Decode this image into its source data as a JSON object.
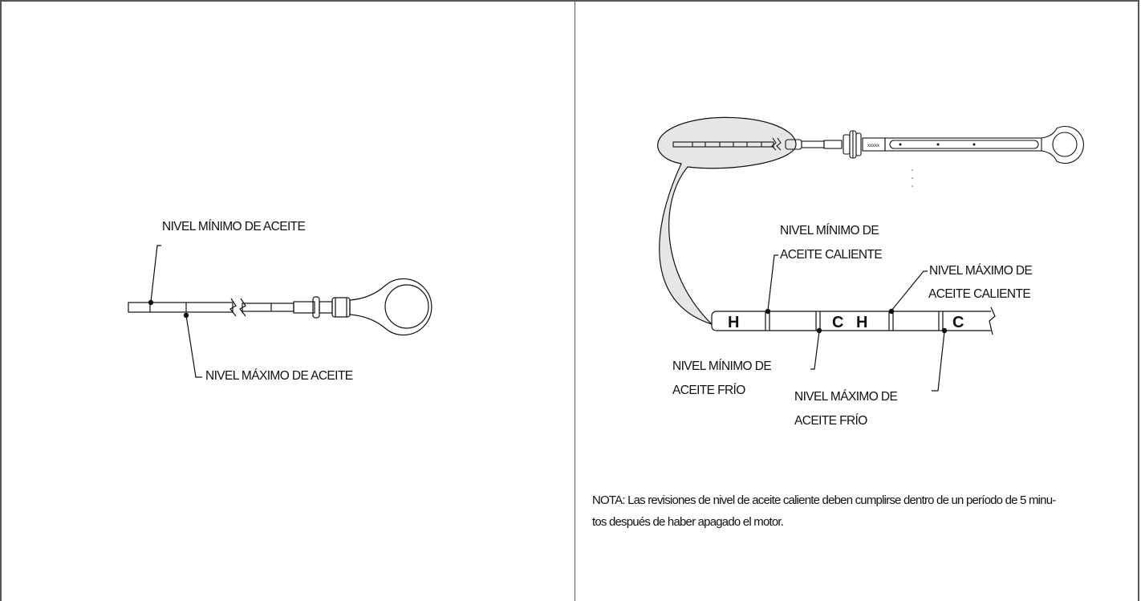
{
  "left_panel": {
    "labels": {
      "min_oil": "NIVEL MÍNIMO DE ACEITE",
      "max_oil": "NIVEL MÁXIMO DE ACEITE"
    }
  },
  "right_panel": {
    "labels": {
      "min_hot_line1": "NIVEL MÍNIMO DE",
      "min_hot_line2": "ACEITE CALIENTE",
      "max_hot_line1": "NIVEL MÁXIMO DE",
      "max_hot_line2": "ACEITE CALIENTE",
      "min_cold_line1": "NIVEL MÍNIMO DE",
      "min_cold_line2": "ACEITE FRÍO",
      "max_cold_line1": "NIVEL MÁXIMO DE",
      "max_cold_line2": "ACEITE FRÍO"
    },
    "dipstick_marks": [
      "H",
      "C",
      "H",
      "C"
    ],
    "note_line1": "NOTA: Las revisiones de nivel de aceite caliente deben cumplirse dentro de un período de 5 minu-",
    "note_line2": "tos después de haber apagado el motor."
  }
}
